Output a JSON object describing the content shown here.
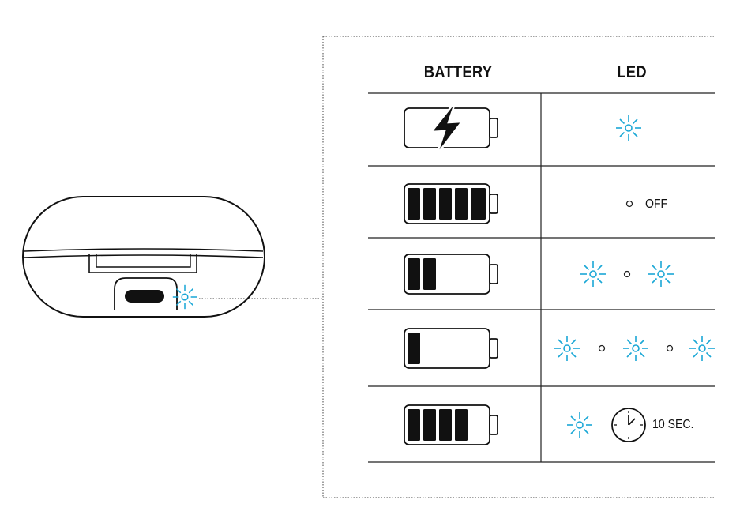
{
  "table": {
    "headers": {
      "battery": "BATTERY",
      "led": "LED"
    },
    "rows": [
      {
        "battery_state": "charging",
        "led_pattern": "blinking",
        "label": ""
      },
      {
        "battery_state": "full",
        "led_pattern": "off",
        "label": "OFF"
      },
      {
        "battery_state": "medium",
        "led_pattern": "blink-off-blink",
        "label": ""
      },
      {
        "battery_state": "low",
        "led_pattern": "blink-off-blink-off-blink",
        "label": ""
      },
      {
        "battery_state": "high",
        "led_pattern": "blink-for-duration",
        "label": "10 SEC."
      }
    ]
  },
  "colors": {
    "led_blue": "#1aa7d6",
    "line": "#222222",
    "fill": "#111111"
  }
}
